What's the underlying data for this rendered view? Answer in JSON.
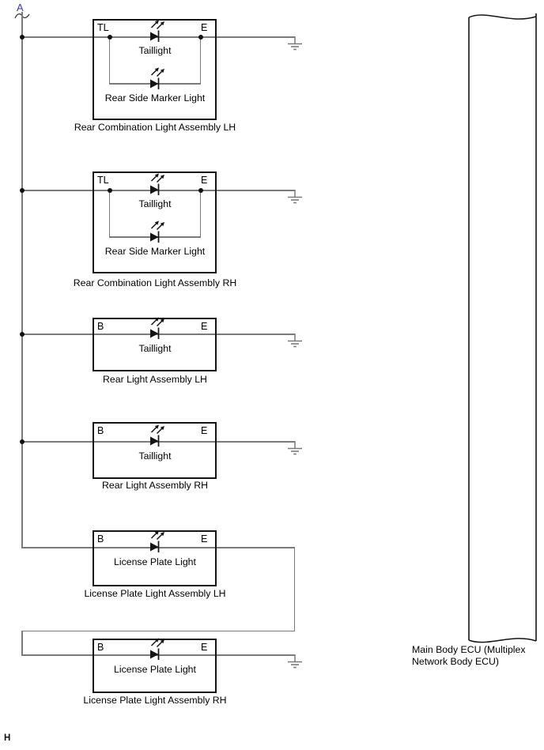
{
  "diagram": {
    "connector_label": "A",
    "page_marker": "H"
  },
  "colors": {
    "wire": "#7a7a7a",
    "outline": "#141414",
    "text": "#000000",
    "connector_link": "#3b3bb0"
  },
  "components": [
    {
      "title": "Rear Combination Light Assembly LH",
      "left_terminal": "TL",
      "right_terminal": "E",
      "bulb1": "Taillight",
      "bulb2": "Rear Side Marker Light"
    },
    {
      "title": "Rear Combination Light Assembly RH",
      "left_terminal": "TL",
      "right_terminal": "E",
      "bulb1": "Taillight",
      "bulb2": "Rear Side Marker Light"
    },
    {
      "title": "Rear Light Assembly LH",
      "left_terminal": "B",
      "right_terminal": "E",
      "bulb1": "Taillight"
    },
    {
      "title": "Rear Light Assembly RH",
      "left_terminal": "B",
      "right_terminal": "E",
      "bulb1": "Taillight"
    },
    {
      "title": "License Plate Light Assembly LH",
      "left_terminal": "B",
      "right_terminal": "E",
      "bulb1": "License Plate Light"
    },
    {
      "title": "License Plate Light Assembly RH",
      "left_terminal": "B",
      "right_terminal": "E",
      "bulb1": "License Plate Light"
    }
  ],
  "ecu": {
    "label": "Main Body ECU (Multiplex Network Body ECU)"
  }
}
